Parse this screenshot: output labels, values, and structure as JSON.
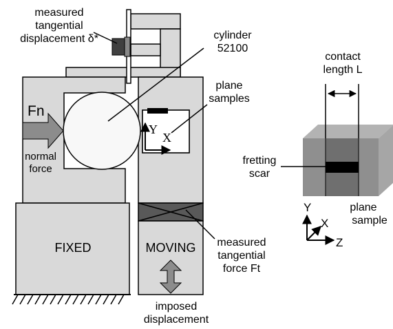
{
  "labels": {
    "measured_disp_1": "measured",
    "measured_disp_2": "tangential",
    "measured_disp_3": "displacement δ*",
    "cylinder_1": "cylinder",
    "cylinder_2": "52100",
    "plane_1": "plane",
    "plane_2": "samples",
    "fn": "Fn",
    "normal_1": "normal",
    "normal_2": "force",
    "fixed": "FIXED",
    "moving": "MOVING",
    "force_1": "measured",
    "force_2": "tangential",
    "force_3": "force Ft",
    "imposed_1": "imposed",
    "imposed_2": "displacement",
    "contact_1": "contact",
    "contact_2": "length L",
    "scar_1": "fretting",
    "scar_2": "scar",
    "plane_sample_1": "plane",
    "plane_sample_2": "sample",
    "axis_y_left": "Y",
    "axis_x_left": "X",
    "axis_y_right": "Y",
    "axis_x_right": "X",
    "axis_z_right": "Z"
  },
  "colors": {
    "block_fill": "#d9d9d9",
    "sensor_dark": "#404040",
    "sensor_face": "#888888",
    "arrow_fill": "#8c8c8c",
    "scar": "#000000",
    "sample_front": "#8f8f8f",
    "sample_top": "#b3b3b3",
    "sample_right": "#a6a6a6",
    "sample_band": "#6f6f6f",
    "line": "#000000"
  }
}
